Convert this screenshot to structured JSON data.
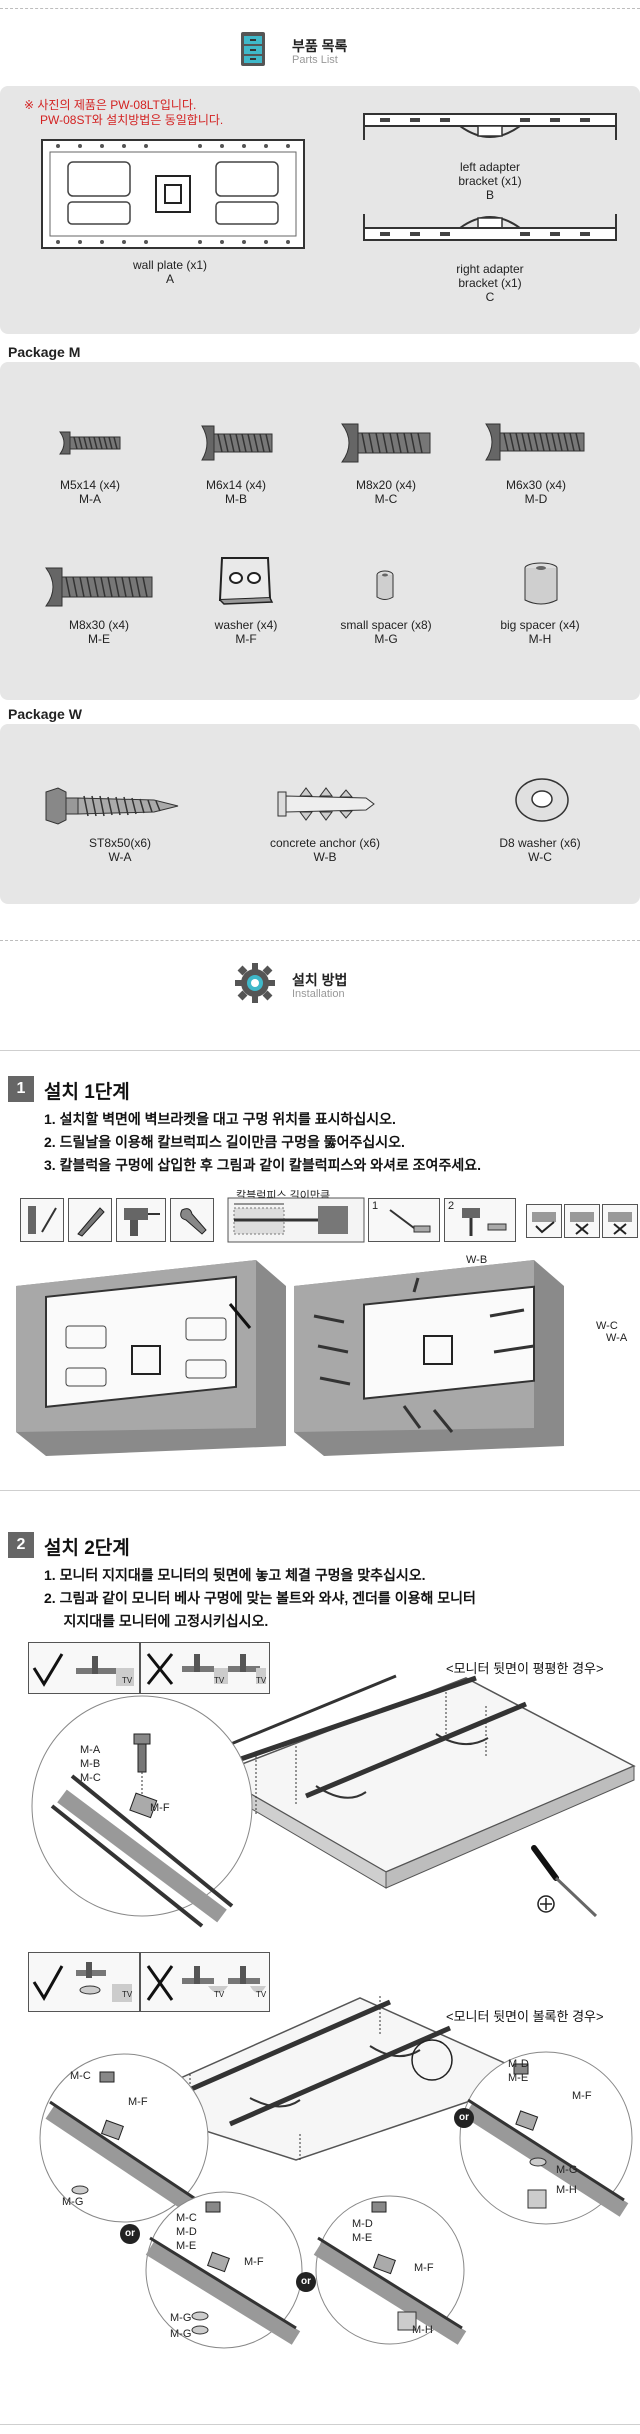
{
  "parts_header": {
    "title": "부품 목록",
    "subtitle": "Parts List",
    "icon": "cabinet-icon"
  },
  "install_header": {
    "title": "설치 방법",
    "subtitle": "Installation",
    "icon": "gear-icon"
  },
  "note": {
    "line1": "※ 사진의 제품은 PW-08LT입니다.",
    "line2": "PW-08ST와 설치방법은 동일합니다."
  },
  "main_parts": [
    {
      "name": "wall plate (x1)",
      "code": "A"
    },
    {
      "name": "left adapter",
      "name2": "bracket (x1)",
      "code": "B"
    },
    {
      "name": "right adapter",
      "name2": "bracket (x1)",
      "code": "C"
    }
  ],
  "package_m": {
    "label": "Package M",
    "items": [
      {
        "name": "M5x14 (x4)",
        "code": "M-A"
      },
      {
        "name": "M6x14 (x4)",
        "code": "M-B"
      },
      {
        "name": "M8x20 (x4)",
        "code": "M-C"
      },
      {
        "name": "M6x30 (x4)",
        "code": "M-D"
      },
      {
        "name": "M8x30 (x4)",
        "code": "M-E"
      },
      {
        "name": "washer (x4)",
        "code": "M-F"
      },
      {
        "name": "small spacer (x8)",
        "code": "M-G"
      },
      {
        "name": "big spacer (x4)",
        "code": "M-H"
      }
    ]
  },
  "package_w": {
    "label": "Package W",
    "items": [
      {
        "name": "ST8x50(x6)",
        "code": "W-A"
      },
      {
        "name": "concrete anchor (x6)",
        "code": "W-B"
      },
      {
        "name": "D8 washer (x6)",
        "code": "W-C"
      }
    ]
  },
  "step1": {
    "num": "1",
    "title": "설치 1단계",
    "lines": [
      "1.  설치할 벽면에 벽브라켓을 대고 구멍 위치를 표시하십시오.",
      "2.  드릴날을 이용해 칼브럭피스 길이만큼 구멍을 뚫어주십시오.",
      "3.  칼블럭을 구멍에 삽입한 후 그림과 같이 칼블럭피스와 와셔로 조여주세요."
    ],
    "depth_label": "칼블럭피스 길이만큼",
    "tool_steps": [
      "1",
      "2"
    ],
    "labels": {
      "wb": "W-B",
      "wc": "W-C",
      "wa": "W-A"
    }
  },
  "step2": {
    "num": "2",
    "title": "설치 2단계",
    "lines": [
      "1.  모니터 지지대를 모니터의 뒷면에 놓고 체결 구멍을 맞추십시오.",
      "2.  그림과 같이 모니터 베사 구멍에 맞는 볼트와 와샤, 겐더를 이용해 모니터",
      "     지지대를 모니터에 고정시키십시오."
    ],
    "flat_case": "<모니터 뒷면이 평평한 경우>",
    "curved_case": "<모니터 뒷면이 볼록한 경우>",
    "tv": "TV",
    "or": "or",
    "flat_labels": {
      "ma": "M-A",
      "mb": "M-B",
      "mc": "M-C",
      "mf": "M-F"
    },
    "curved_labels": {
      "c1_mc": "M-C",
      "c1_mf": "M-F",
      "c1_mg": "M-G",
      "c2_md": "M-D",
      "c2_me": "M-E",
      "c2_mf": "M-F",
      "c2_mg": "M-G",
      "c2_mh": "M-H",
      "c3_mc": "M-C",
      "c3_md": "M-D",
      "c3_me": "M-E",
      "c3_mf": "M-F",
      "c3_mg1": "M-G",
      "c3_mg2": "M-G",
      "c4_md": "M-D",
      "c4_me": "M-E",
      "c4_mf": "M-F",
      "c4_mh": "M-H"
    }
  }
}
